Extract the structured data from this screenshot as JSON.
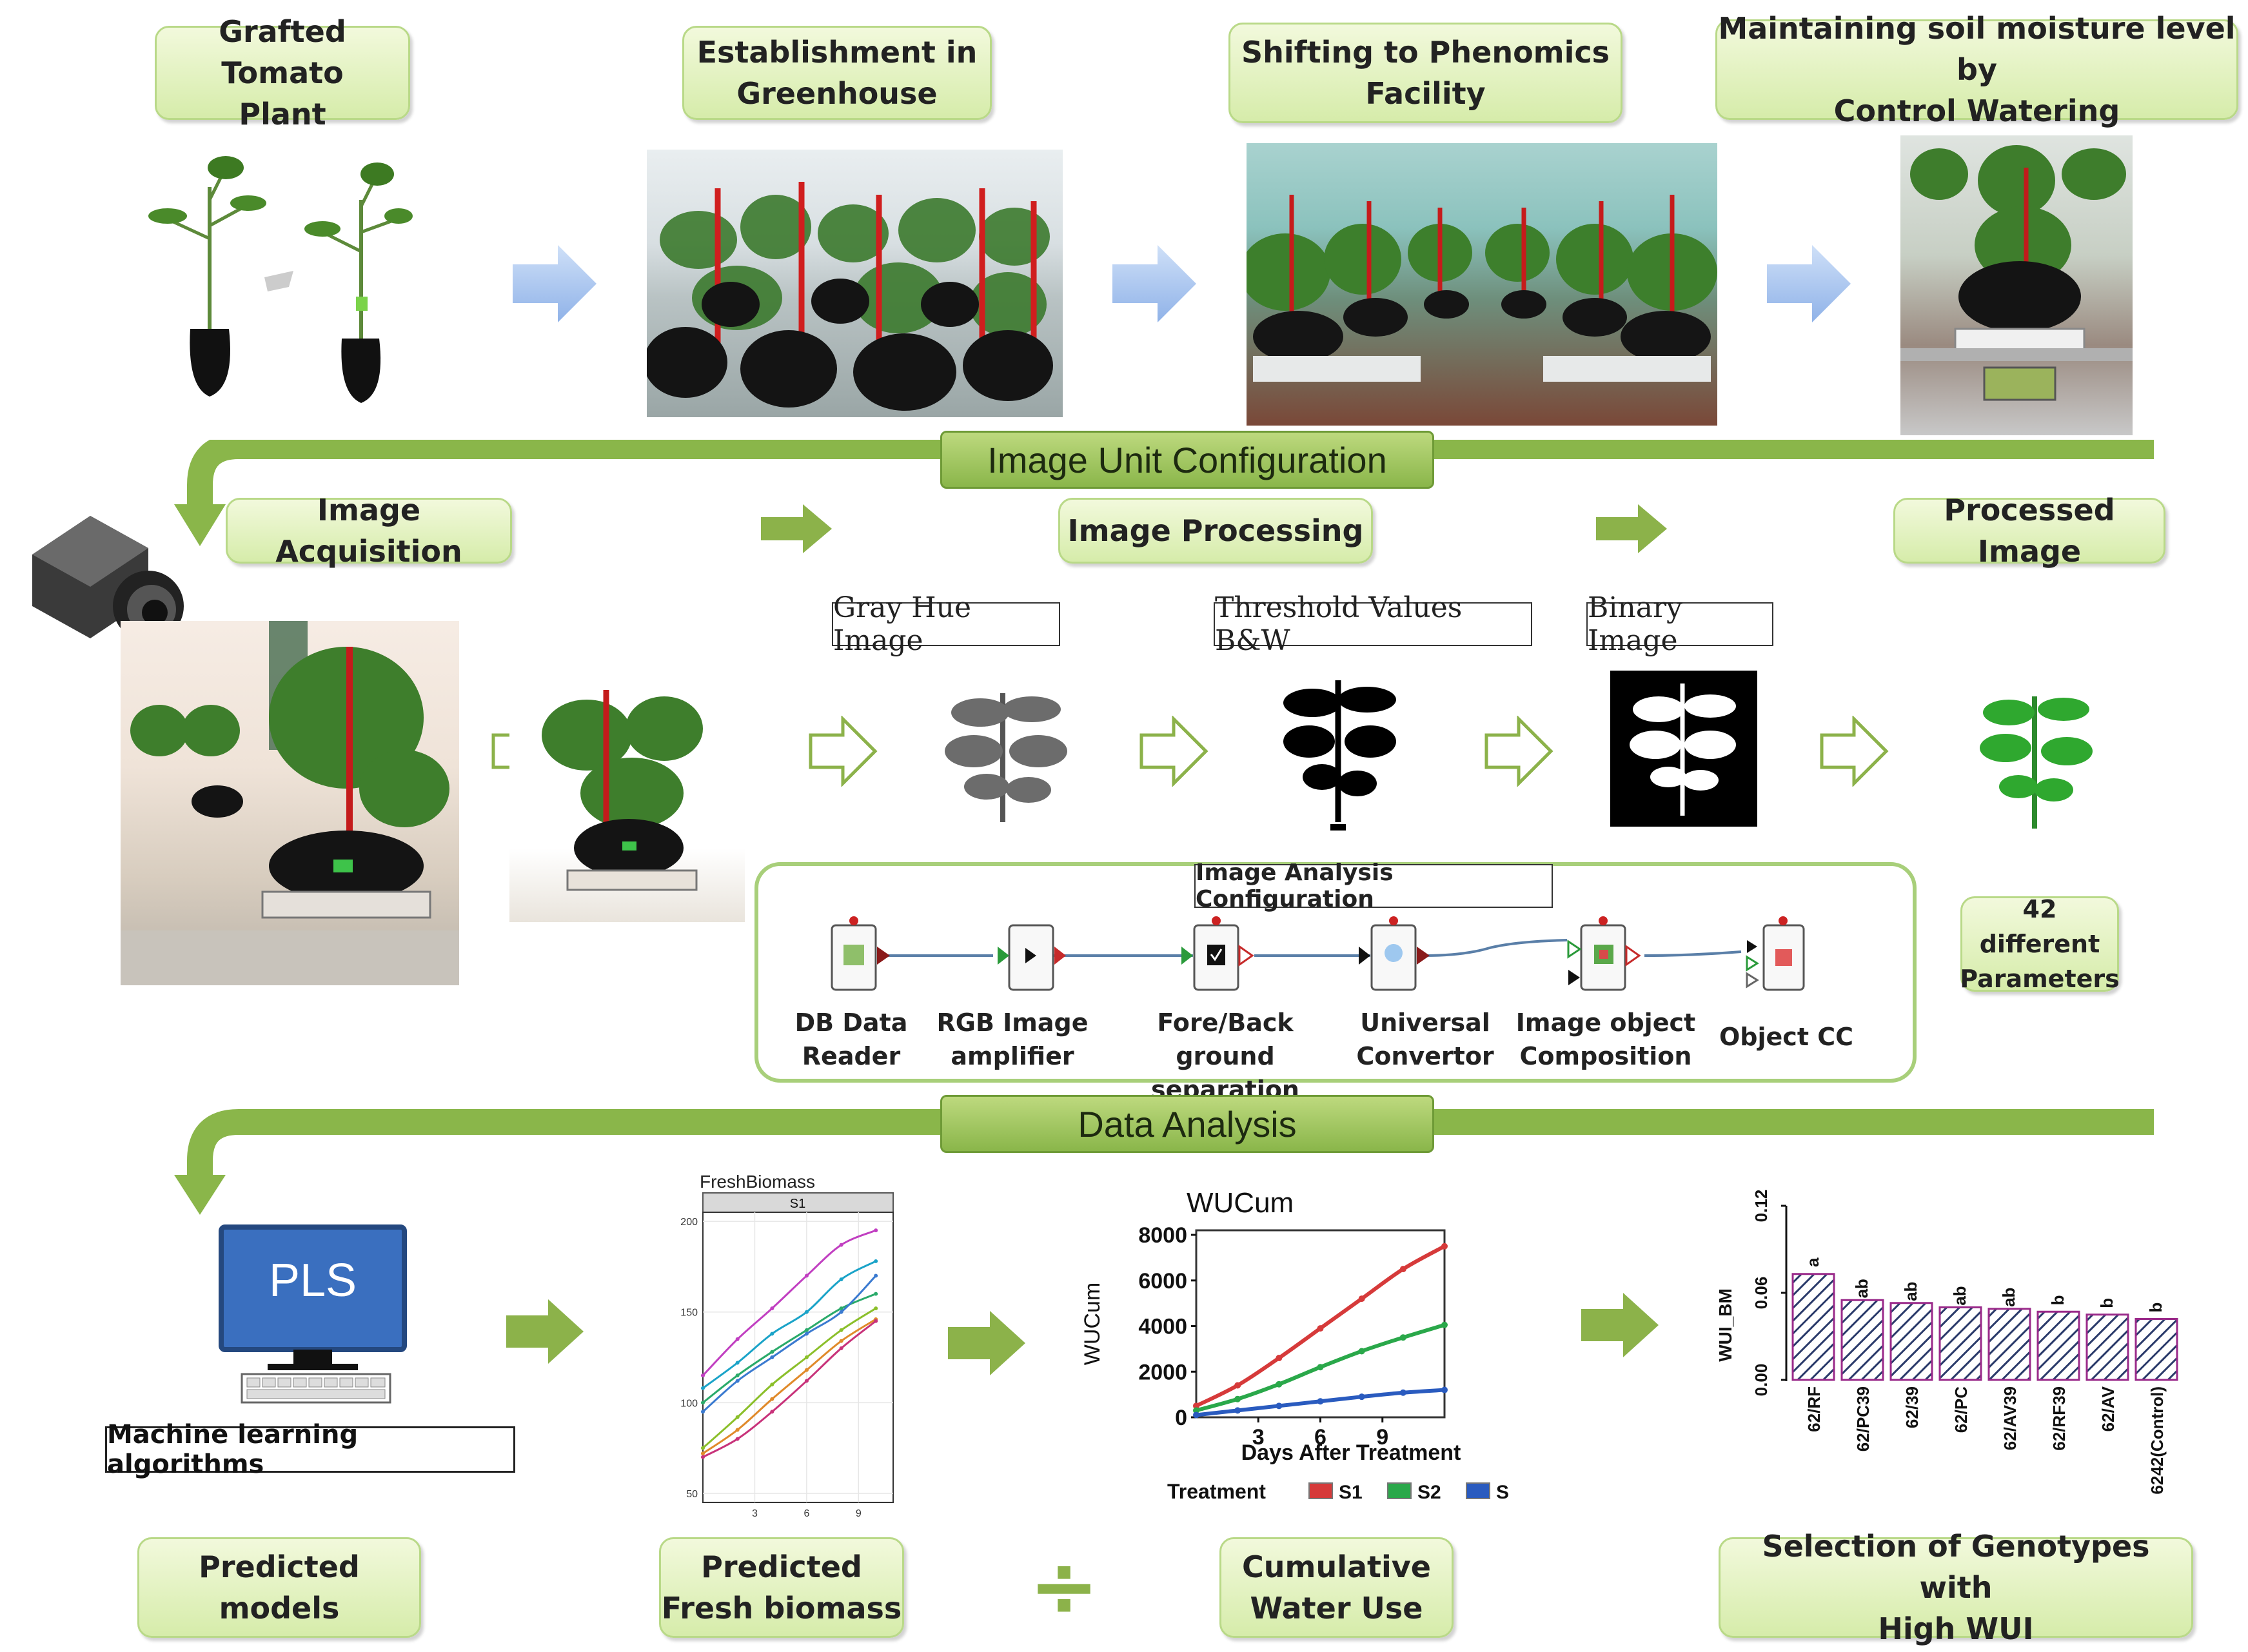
{
  "steps": [
    {
      "label": "Grafted Tomato\nPlant"
    },
    {
      "label": "Establishment in\nGreenhouse"
    },
    {
      "label": "Shifting to Phenomics\nFacility"
    },
    {
      "label": "Maintaining soil moisture level by\nControl Watering"
    }
  ],
  "image_unit": {
    "title": "Image Unit Configuration",
    "stages": [
      "Image Acquisition",
      "Image Processing",
      "Processed Image"
    ],
    "processing_labels": [
      "Gray Hue Image",
      "Threshold Values B&W",
      "Binary Image"
    ]
  },
  "analysis_config": {
    "title": "Image Analysis Configuration",
    "nodes": [
      {
        "label": "DB Data\nReader"
      },
      {
        "label": "RGB Image\namplifier"
      },
      {
        "label": "Fore/Back ground\nseparation"
      },
      {
        "label": "Universal\nConvertor"
      },
      {
        "label": "Image object\nComposition"
      },
      {
        "label": "Object CC"
      }
    ],
    "parameters_label": "42 different\nParameters"
  },
  "data_analysis": {
    "title": "Data Analysis",
    "pls_label": "PLS",
    "ml_label": "Machine learning algorithms",
    "bottom_labels": [
      {
        "label": "Predicted\nmodels"
      },
      {
        "label": "Predicted\nFresh biomass"
      },
      {
        "label": "Cumulative\nWater Use"
      },
      {
        "label": "Selection of Genotypes with\nHigh WUI"
      }
    ],
    "divide_symbol": "÷"
  },
  "colors": {
    "band_green": "#8ab64a",
    "arrow_blue": "#a9c6f0",
    "arrow_green": "#8cb24a",
    "pill_fill": "#e4f2c4"
  },
  "chart_data": [
    {
      "type": "line",
      "title": "FreshBiomass",
      "facet": "S1",
      "x_ticks": [
        3,
        6,
        9
      ],
      "y_ticks": [
        50,
        100,
        150,
        200
      ],
      "xlim": [
        0,
        11
      ],
      "ylim": [
        45,
        205
      ],
      "series": [
        {
          "color": "#c13fc1",
          "values": [
            [
              0,
              115
            ],
            [
              2,
              135
            ],
            [
              4,
              152
            ],
            [
              6,
              170
            ],
            [
              8,
              187
            ],
            [
              10,
              195
            ]
          ]
        },
        {
          "color": "#1aa3c8",
          "values": [
            [
              0,
              108
            ],
            [
              2,
              122
            ],
            [
              4,
              138
            ],
            [
              6,
              150
            ],
            [
              8,
              168
            ],
            [
              10,
              178
            ]
          ]
        },
        {
          "color": "#2aaa6a",
          "values": [
            [
              0,
              100
            ],
            [
              2,
              115
            ],
            [
              4,
              128
            ],
            [
              6,
              140
            ],
            [
              8,
              152
            ],
            [
              10,
              160
            ]
          ]
        },
        {
          "color": "#3a7ad0",
          "values": [
            [
              0,
              95
            ],
            [
              2,
              112
            ],
            [
              4,
              125
            ],
            [
              6,
              138
            ],
            [
              8,
              150
            ],
            [
              10,
              170
            ]
          ]
        },
        {
          "color": "#8bbf2a",
          "values": [
            [
              0,
              75
            ],
            [
              2,
              92
            ],
            [
              4,
              110
            ],
            [
              6,
              125
            ],
            [
              8,
              140
            ],
            [
              10,
              152
            ]
          ]
        },
        {
          "color": "#e08a2a",
          "values": [
            [
              0,
              72
            ],
            [
              2,
              85
            ],
            [
              4,
              102
            ],
            [
              6,
              118
            ],
            [
              8,
              134
            ],
            [
              10,
              146
            ]
          ]
        },
        {
          "color": "#c8327a",
          "values": [
            [
              0,
              70
            ],
            [
              2,
              80
            ],
            [
              4,
              95
            ],
            [
              6,
              112
            ],
            [
              8,
              130
            ],
            [
              10,
              145
            ]
          ]
        }
      ]
    },
    {
      "type": "line",
      "title": "WUCum",
      "ylabel": "WUCum",
      "xlabel": "Days After Treatment",
      "x_ticks": [
        3,
        6,
        9
      ],
      "y_ticks": [
        0,
        2000,
        4000,
        6000,
        8000
      ],
      "xlim": [
        0,
        12
      ],
      "ylim": [
        0,
        8200
      ],
      "legend_title": "Treatment",
      "legend": [
        "S1",
        "S2",
        "S"
      ],
      "series": [
        {
          "name": "S1",
          "color": "#d63a3a",
          "values": [
            [
              0,
              500
            ],
            [
              2,
              1400
            ],
            [
              4,
              2600
            ],
            [
              6,
              3900
            ],
            [
              8,
              5200
            ],
            [
              10,
              6500
            ],
            [
              12,
              7500
            ]
          ]
        },
        {
          "name": "S2",
          "color": "#2aa84a",
          "values": [
            [
              0,
              300
            ],
            [
              2,
              800
            ],
            [
              4,
              1450
            ],
            [
              6,
              2200
            ],
            [
              8,
              2900
            ],
            [
              10,
              3500
            ],
            [
              12,
              4050
            ]
          ]
        },
        {
          "name": "S",
          "color": "#2a5bbf",
          "values": [
            [
              0,
              100
            ],
            [
              2,
              300
            ],
            [
              4,
              500
            ],
            [
              6,
              700
            ],
            [
              8,
              900
            ],
            [
              10,
              1080
            ],
            [
              12,
              1200
            ]
          ]
        }
      ]
    },
    {
      "type": "bar",
      "ylabel": "WUI_BM",
      "y_ticks": [
        0.0,
        0.06,
        0.12
      ],
      "ylim": [
        0,
        0.12
      ],
      "categories": [
        "62/RF",
        "62/PC39",
        "62/39",
        "62/PC",
        "62/AV39",
        "62/RF39",
        "62/AV",
        "6242(Control)"
      ],
      "values": [
        0.073,
        0.055,
        0.053,
        0.05,
        0.049,
        0.047,
        0.045,
        0.042
      ],
      "group_letters": [
        "a",
        "ab",
        "ab",
        "ab",
        "ab",
        "b",
        "b",
        "b"
      ]
    }
  ]
}
